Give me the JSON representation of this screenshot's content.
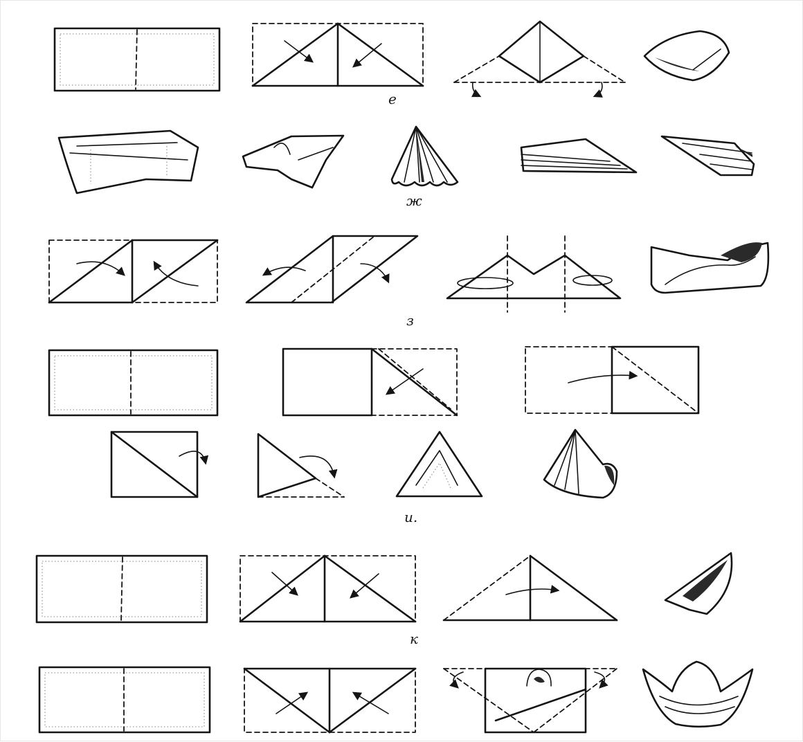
{
  "labels": {
    "e": "е",
    "zh": "ж",
    "z": "з",
    "i": "и.",
    "k": "к"
  },
  "colors": {
    "ink": "#151515",
    "paper": "#ffffff",
    "guide": "#9a9a9a"
  }
}
